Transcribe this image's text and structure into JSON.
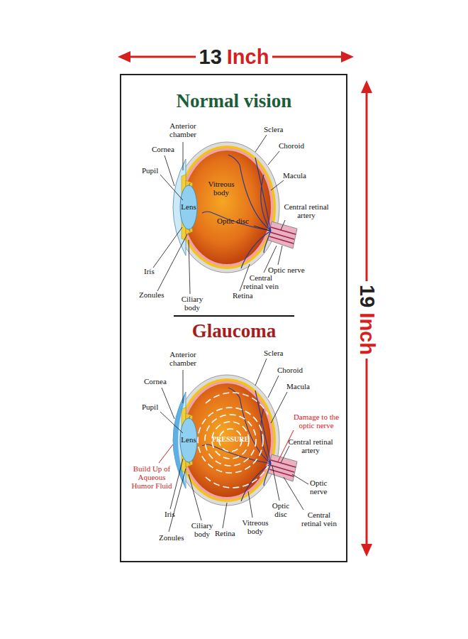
{
  "diagram": {
    "labels": [
      "13",
      "Inch",
      "19",
      "Inch",
      "Normal vision",
      "Anterior chamber",
      "Sclera",
      "Cornea",
      "Choroid",
      "Pupil",
      "Vitreous body",
      "Macula",
      "Lens",
      "Central retinal artery",
      "Optic disc",
      "Optic nerve",
      "Iris",
      "Central retinal vein",
      "Zonules",
      "Ciliary body",
      "Retina",
      "Glaucoma",
      "Anterior chamber",
      "Sclera",
      "Cornea",
      "Choroid",
      "Macula",
      "Pupil",
      "Lens",
      "PRESSURE",
      "Damage to the optic nerve",
      "Central retinal artery",
      "Build Up of Aqueous Humor Fluid",
      "Optic nerve",
      "Iris",
      "Optic disc",
      "Central retinal vein",
      "Ciliary body",
      "Retina",
      "Vitreous body",
      "Zonules"
    ]
  }
}
